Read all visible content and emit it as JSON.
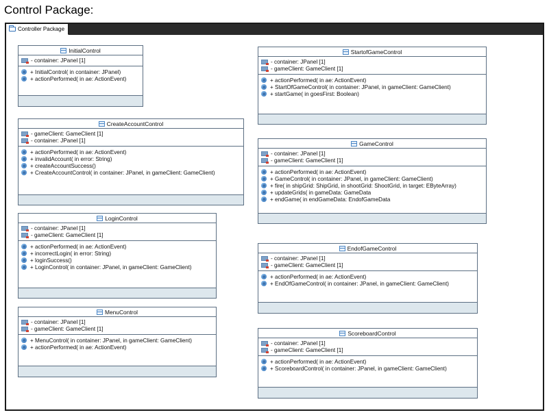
{
  "page_title": "Control Package:",
  "package_tab": "Controller Package",
  "classes": {
    "initial": {
      "name": "InitialControl",
      "attributes": [
        "- container: JPanel [1]"
      ],
      "operations": [
        "+ InitialControl(  in container: JPanel)",
        "+ actionPerformed(  in ae: ActionEvent)"
      ]
    },
    "create_account": {
      "name": "CreateAccountControl",
      "attributes": [
        "- gameClient: GameClient [1]",
        "- container: JPanel [1]"
      ],
      "operations": [
        "+ actionPerformed(  in ae: ActionEvent)",
        "+ invalidAccount(  in error: String)",
        "+ createAccountSuccess()",
        "+ CreateAccountControl(  in container: JPanel,   in gameClient: GameClient)"
      ]
    },
    "login": {
      "name": "LoginControl",
      "attributes": [
        "- container: JPanel [1]",
        "- gameClient: GameClient [1]"
      ],
      "operations": [
        "+ actionPerformed(  in ae: ActionEvent)",
        "+ incorrectLogin(  in error: String)",
        "+ loginSuccess()",
        "+ LoginControl(  in container: JPanel,   in gameClient: GameClient)"
      ]
    },
    "menu": {
      "name": "MenuControl",
      "attributes": [
        "- container: JPanel [1]",
        "- gameClient: GameClient [1]"
      ],
      "operations": [
        "+ MenuControl(  in container: JPanel,   in gameClient: GameClient)",
        "+ actionPerformed(  in ae: ActionEvent)"
      ]
    },
    "start_of_game": {
      "name": "StartofGameControl",
      "attributes": [
        "- container: JPanel [1]",
        "- gameClient: GameClient [1]"
      ],
      "operations": [
        "+ actionPerformed(  in ae: ActionEvent)",
        "+ StartOfGameControl(  in container: JPanel,   in gameClient: GameClient)",
        "+ startGame(  in goesFirst: Boolean)"
      ]
    },
    "game": {
      "name": "GameControl",
      "attributes": [
        "- container: JPanel [1]",
        "- gameClient: GameClient [1]"
      ],
      "operations": [
        "+ actionPerformed(  in ae: ActionEvent)",
        "+ GameControl(  in container: JPanel,   in gameClient: GameClient)",
        "+ fire(  in shipGrid: ShipGrid,   in shootGrid: ShootGrid,   in target: EByteArray)",
        "+ updateGrids(  in gameData: GameData",
        "+ endGame(  in endGameData: EndofGameData"
      ]
    },
    "end_of_game": {
      "name": "EndofGameControl",
      "attributes": [
        "- container: JPanel [1]",
        "- gameClient: GameClient [1]"
      ],
      "operations": [
        "+ actionPerformed(  in ae: ActionEvent)",
        "+ EndOfGameControl(  in container: JPanel,   in gameClient: GameClient)"
      ]
    },
    "scoreboard": {
      "name": "ScoreboardControl",
      "attributes": [
        "- container: JPanel [1]",
        "- gameClient: GameClient [1]"
      ],
      "operations": [
        "+ actionPerformed(  in ae: ActionEvent)",
        "+ ScoreboardControl(  in container: JPanel,   in gameClient: GameClient)"
      ]
    }
  }
}
